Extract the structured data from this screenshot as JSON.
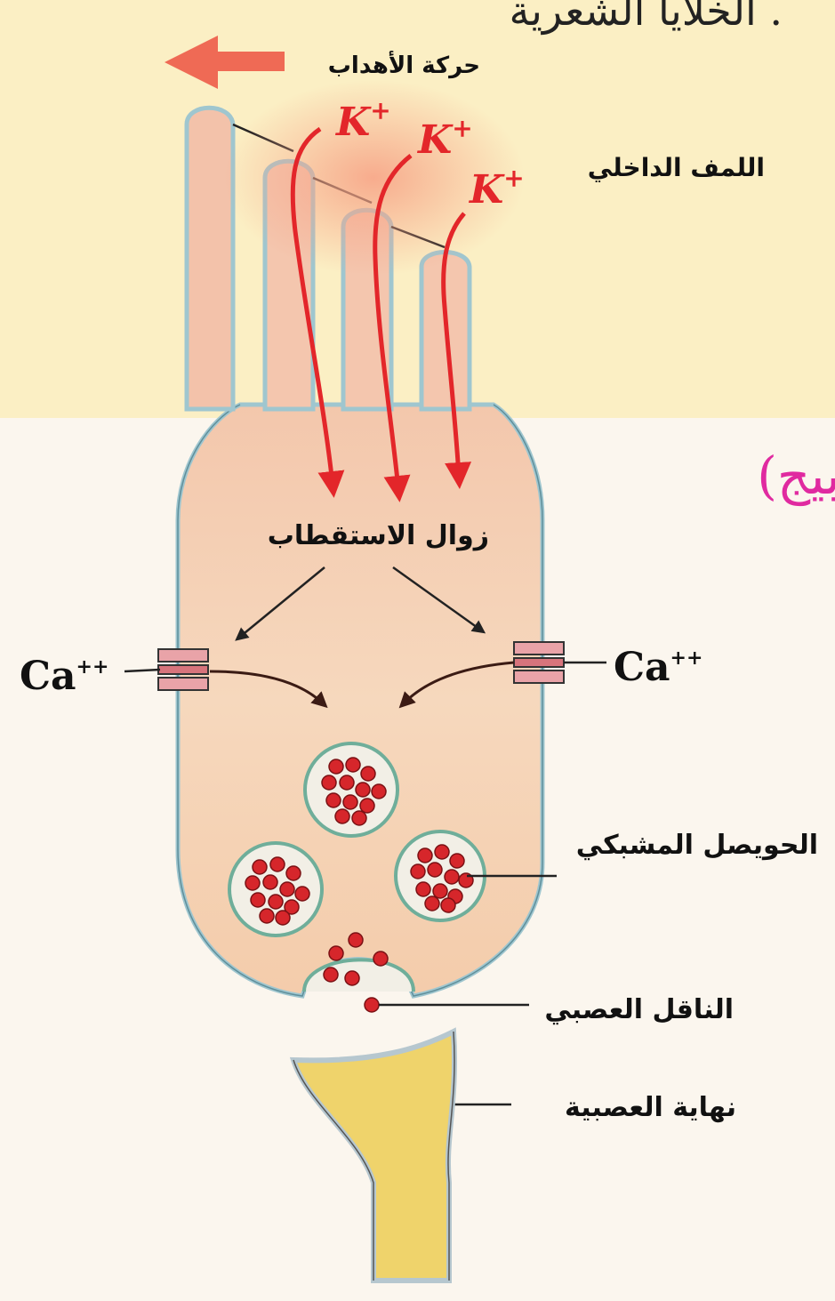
{
  "header": {
    "handwritten_title": "الخلايا الشعرية ."
  },
  "side_note": {
    "handwritten": "(بيج"
  },
  "labels": {
    "cilia_movement": "حركة الأهداب",
    "endolymph": "اللمف الداخلي",
    "depolarization": "زوال الاستقطاب",
    "synaptic_vesicle": "الحويصل المشبكي",
    "neurotransmitter": "الناقل العصبي",
    "nerve_ending": "نهاية العصبية"
  },
  "ions": {
    "potassium": "K",
    "potassium_charge": "+",
    "calcium": "Ca",
    "calcium_charge": "++"
  },
  "colors": {
    "cell_fill": "#f6d5b8",
    "cell_outline": "#9fc6cf",
    "potassium_arrow": "#e3262a",
    "vesicle_fill": "#f2efe6",
    "vesicle_ring": "#6fae9a",
    "neurotransmitter": "#d6262b",
    "nerve_ending_fill": "#efd36b",
    "top_band": "#fbf0c3",
    "movement_arrow": "#ef6a55"
  }
}
